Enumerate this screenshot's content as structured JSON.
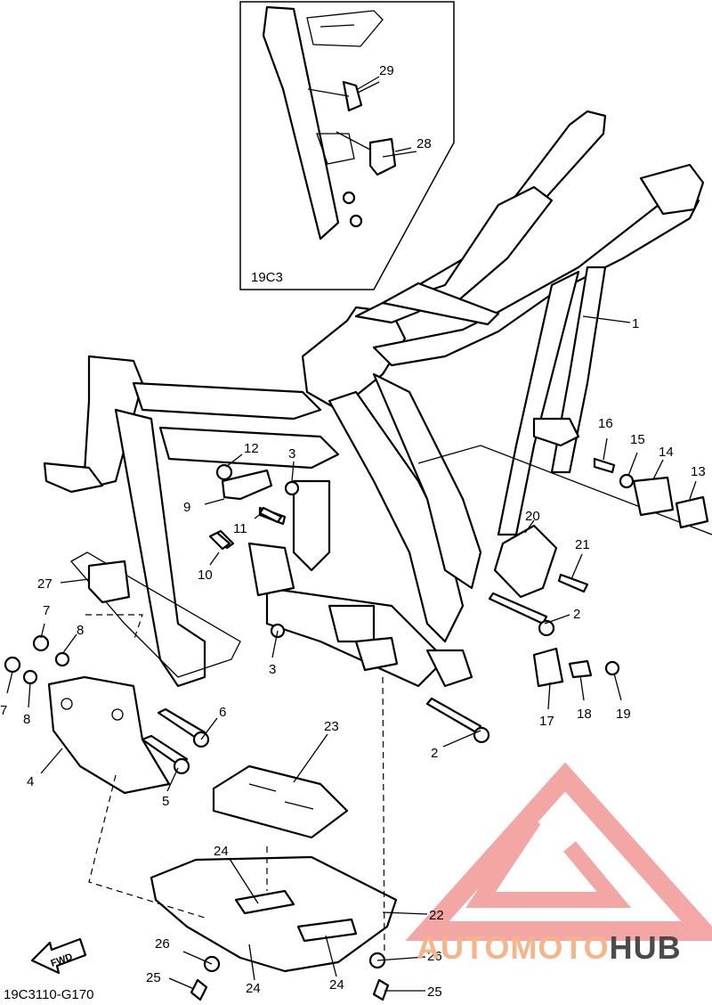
{
  "inset": {
    "code": "19C3"
  },
  "footer": {
    "diagram_code": "19C3110-G170",
    "fwd_label": "FWD"
  },
  "logo": {
    "part_a": "AUTOMOTO",
    "part_b": "HUB",
    "triangle_color": "#f08a88"
  },
  "callouts": [
    {
      "n": "1"
    },
    {
      "n": "2"
    },
    {
      "n": "2"
    },
    {
      "n": "3"
    },
    {
      "n": "3"
    },
    {
      "n": "4"
    },
    {
      "n": "5"
    },
    {
      "n": "6"
    },
    {
      "n": "7"
    },
    {
      "n": "7"
    },
    {
      "n": "8"
    },
    {
      "n": "8"
    },
    {
      "n": "9"
    },
    {
      "n": "10"
    },
    {
      "n": "11"
    },
    {
      "n": "12"
    },
    {
      "n": "13"
    },
    {
      "n": "14"
    },
    {
      "n": "15"
    },
    {
      "n": "16"
    },
    {
      "n": "17"
    },
    {
      "n": "18"
    },
    {
      "n": "19"
    },
    {
      "n": "20"
    },
    {
      "n": "21"
    },
    {
      "n": "22"
    },
    {
      "n": "23"
    },
    {
      "n": "24"
    },
    {
      "n": "24"
    },
    {
      "n": "24"
    },
    {
      "n": "25"
    },
    {
      "n": "25"
    },
    {
      "n": "26"
    },
    {
      "n": "26"
    },
    {
      "n": "27"
    },
    {
      "n": "28"
    },
    {
      "n": "29"
    }
  ]
}
